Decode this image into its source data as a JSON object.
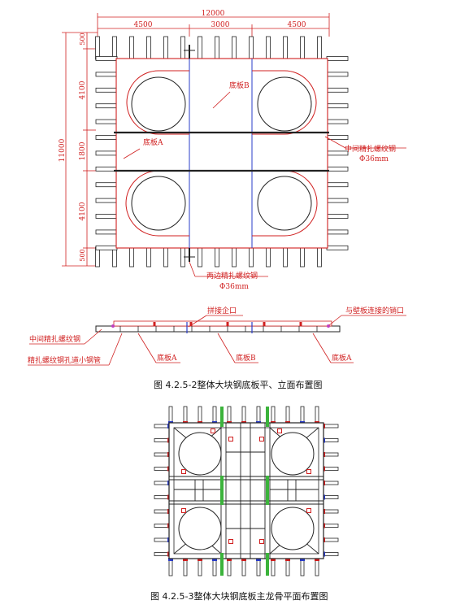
{
  "figure1": {
    "dims_top": {
      "total": "12000",
      "left": "4500",
      "mid": "3000",
      "right": "4500"
    },
    "dims_left": {
      "total": "11000",
      "a": "500",
      "b": "4100",
      "c": "1800",
      "d": "4100",
      "e": "500"
    },
    "label_plate_b": "底板B",
    "label_plate_a": "底板A",
    "label_mid_rebar": "中间精扎螺纹钢",
    "label_mid_rebar_dia": "Φ36mm",
    "label_side_rebar": "两边精扎螺纹钢",
    "label_side_rebar_dia": "Φ36mm"
  },
  "elevation": {
    "label_joint": "拼接企口",
    "label_pin": "与壁板连接的销口",
    "label_mid_rebar": "中间精扎螺纹钢",
    "label_pipe": "精扎螺纹钢孔道小钢管",
    "label_plate_a1": "底板A",
    "label_plate_b": "底板B",
    "label_plate_a2": "底板A"
  },
  "caption1": "图  4.2.5-2整体大块钢底板平、立面布置图",
  "caption2": "图  4.2.5-3整体大块钢底板主龙骨平面布置图",
  "colors": {
    "red": "#d02020",
    "blue": "#2a3cc8",
    "green": "#3bb33b",
    "black": "#222222"
  }
}
